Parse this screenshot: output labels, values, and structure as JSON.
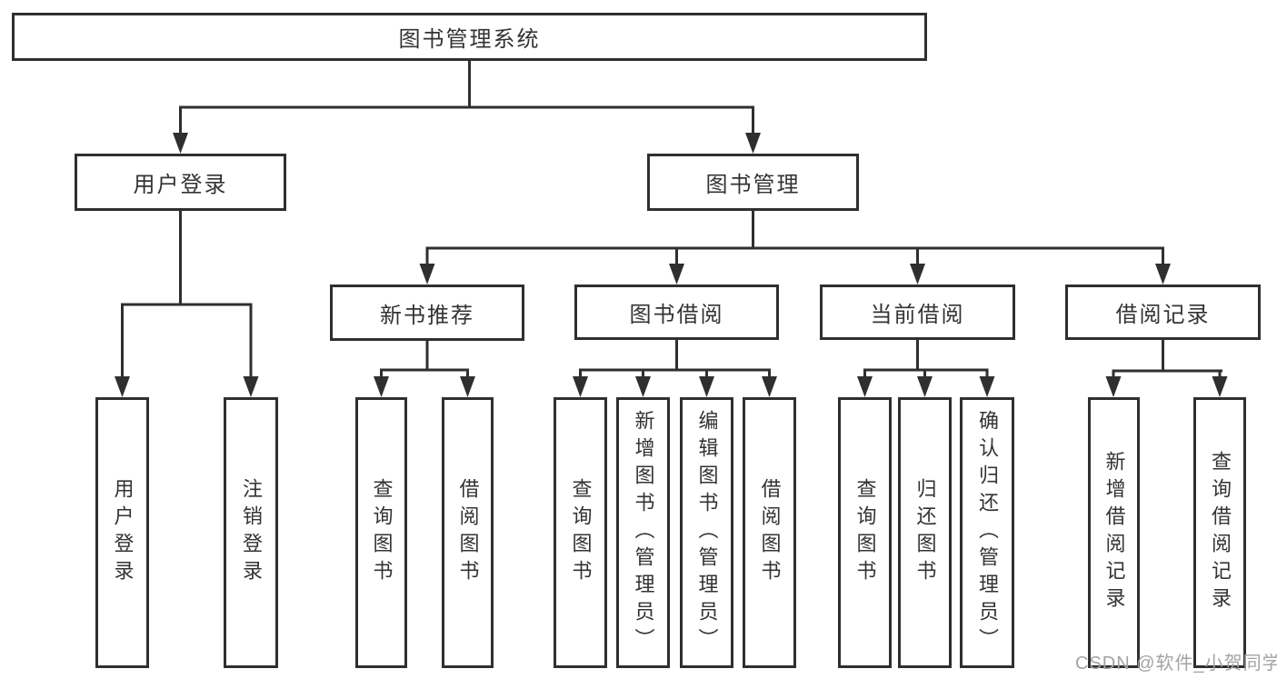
{
  "tree": {
    "root": {
      "label": "图书管理系统",
      "children": [
        {
          "label": "用户登录",
          "children": [
            {
              "label": "用户登录"
            },
            {
              "label": "注销登录"
            }
          ]
        },
        {
          "label": "图书管理",
          "children": [
            {
              "label": "新书推荐",
              "children": [
                {
                  "label": "查询图书"
                },
                {
                  "label": "借阅图书"
                }
              ]
            },
            {
              "label": "图书借阅",
              "children": [
                {
                  "label": "查询图书"
                },
                {
                  "label": "新增图书（管理员）"
                },
                {
                  "label": "编辑图书（管理员）"
                },
                {
                  "label": "借阅图书"
                }
              ]
            },
            {
              "label": "当前借阅",
              "children": [
                {
                  "label": "查询图书"
                },
                {
                  "label": "归还图书"
                },
                {
                  "label": "确认归还（管理员）"
                }
              ]
            },
            {
              "label": "借阅记录",
              "children": [
                {
                  "label": "新增借阅记录"
                },
                {
                  "label": "查询借阅记录"
                }
              ]
            }
          ]
        }
      ]
    }
  },
  "watermark": {
    "text": "CSDN @软件_小贺同学"
  },
  "colors": {
    "line": "#2f2f2f",
    "box_border": "#2f2f2f",
    "text": "#333333",
    "background": "#ffffff",
    "watermark": "#a3a3a3"
  }
}
